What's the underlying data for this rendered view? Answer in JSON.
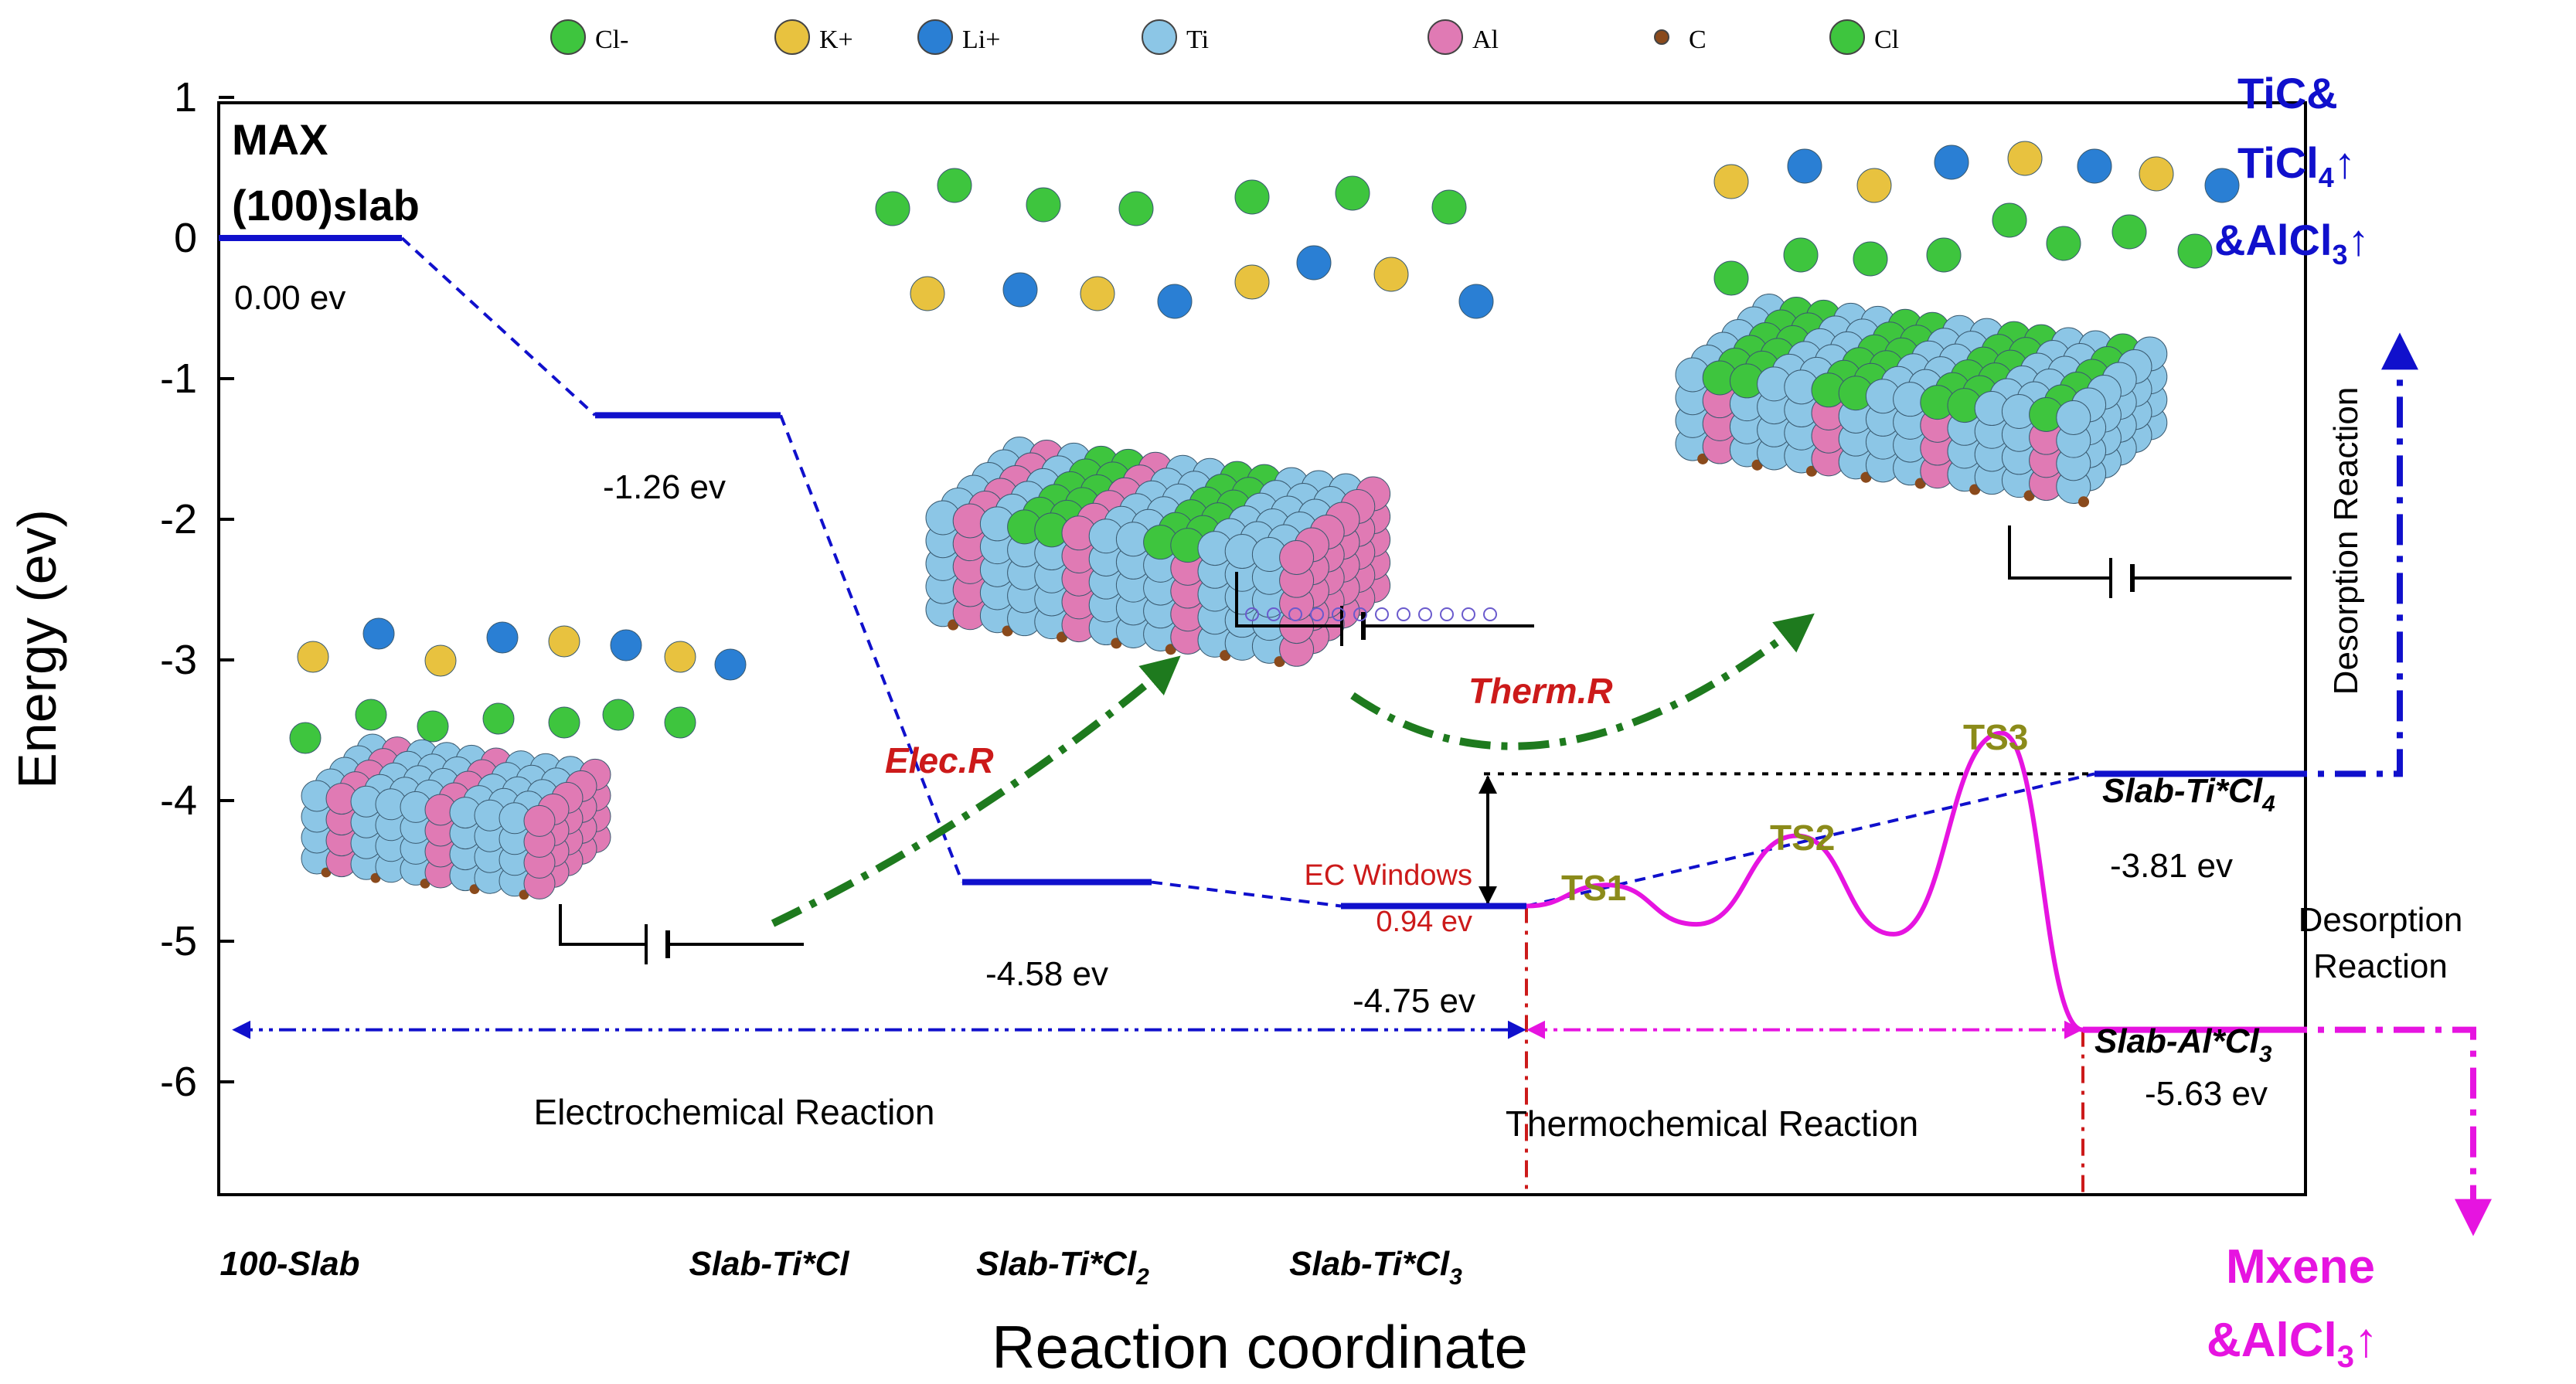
{
  "chart_data": {
    "type": "line",
    "xlabel": "Reaction coordinate",
    "ylabel": "Energy (ev)",
    "ylim": [
      -6.5,
      1
    ],
    "y_ticks": [
      1,
      0,
      -1,
      -2,
      -3,
      -4,
      -5,
      -6
    ],
    "grid": false,
    "legend": {
      "placement": "top",
      "items": [
        {
          "label": "Cl-",
          "color": "#3ec53e"
        },
        {
          "label": "K+",
          "color": "#e8c23f"
        },
        {
          "label": "Li+",
          "color": "#2a7fd4"
        },
        {
          "label": "Ti",
          "color": "#8cc6e6"
        },
        {
          "label": "Al",
          "color": "#e07ab4"
        },
        {
          "label": "C",
          "color": "#8a4a1c"
        },
        {
          "label": "Cl",
          "color": "#3ec53e"
        }
      ]
    },
    "states": [
      {
        "label": "100-Slab",
        "sub": "",
        "energy": 0.0,
        "value_label": "0.00 ev"
      },
      {
        "label": "Slab-Ti*Cl",
        "sub": "",
        "energy": -1.26,
        "value_label": "-1.26 ev"
      },
      {
        "label": "Slab-Ti*Cl",
        "sub": "2",
        "energy": -4.58,
        "value_label": "-4.58 ev"
      },
      {
        "label": "Slab-Ti*Cl",
        "sub": "3",
        "energy": -4.75,
        "value_label": "-4.75 ev"
      }
    ],
    "side_states": [
      {
        "label": "Slab-Ti*Cl",
        "sub": "4",
        "energy": -3.81,
        "value_label": "-3.81 ev"
      },
      {
        "label": "Slab-Al*Cl",
        "sub": "3",
        "energy": -5.63,
        "value_label": "-5.63 ev"
      }
    ],
    "transition_states": [
      {
        "label": "TS1",
        "energy": -4.6
      },
      {
        "label": "TS2",
        "energy": -4.25
      },
      {
        "label": "TS3",
        "energy": -3.52
      }
    ],
    "minima": [
      -4.88,
      -4.95
    ],
    "barrier": {
      "title": "EC Windows",
      "value": "0.94 ev"
    },
    "annotations": {
      "max_slab_line1": "MAX",
      "max_slab_line2": "(100)slab",
      "elec_r": "Elec.R",
      "therm_r": "Therm.R",
      "electrochemical_reaction": "Electrochemical Reaction",
      "thermochemical_reaction": "Thermochemical Reaction",
      "desorption_reaction_vertical": "Desorption Reaction",
      "desorption_line1": "Desorption",
      "desorption_line2": "Reaction"
    },
    "products": {
      "top_line1": "TiC&",
      "top_line2": "TiCl",
      "top_line2_sub": "4",
      "top_line3": "&AlCl",
      "top_line3_sub": "3",
      "bottom_line1": "Mxene",
      "bottom_line2": "&AlCl",
      "bottom_line2_sub": "3",
      "arrow": "↑"
    },
    "colors": {
      "blue": "#1010cc",
      "magenta": "#e614e0",
      "green_arrow": "#1e7a1e",
      "red_label": "#cc1a1a",
      "ts_label": "#8b8b1a"
    }
  }
}
